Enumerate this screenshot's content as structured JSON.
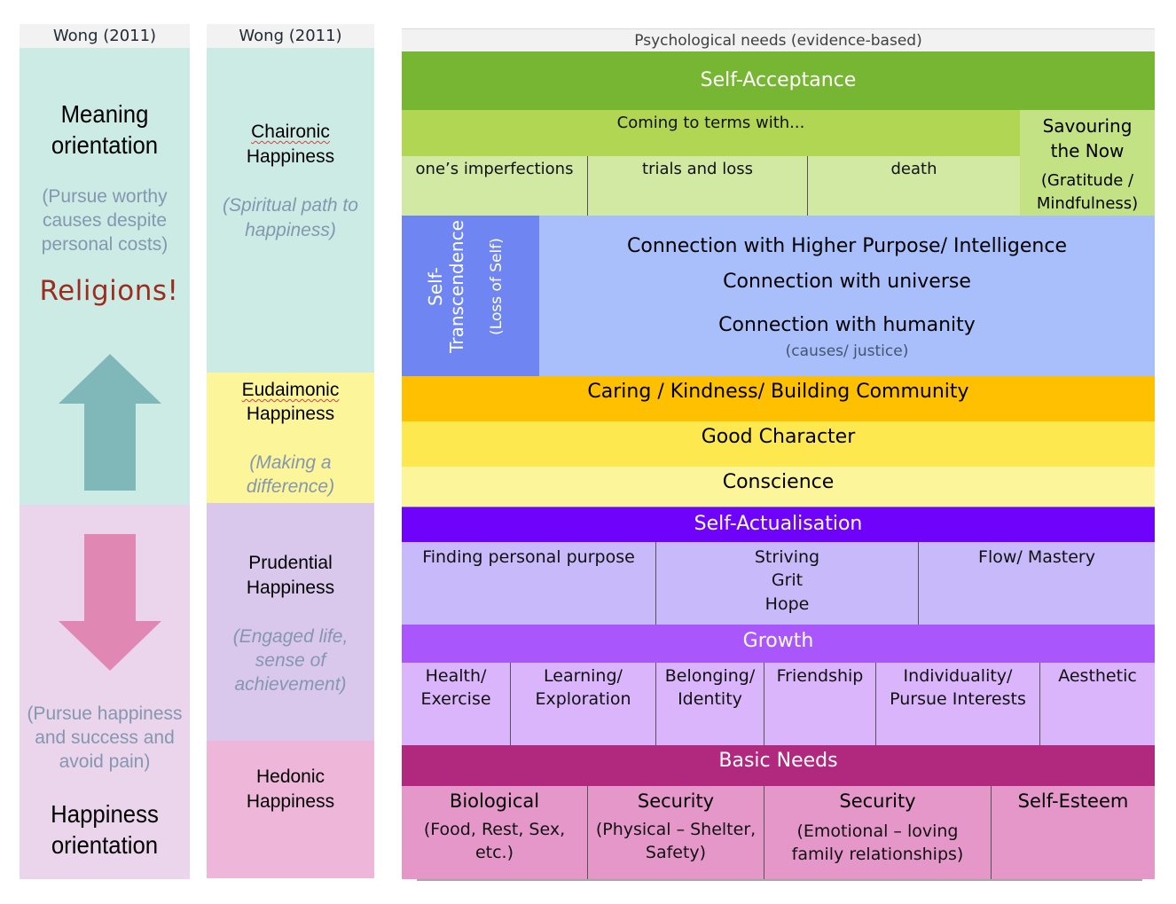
{
  "column1": {
    "header": "Wong (2011)",
    "meaning": {
      "title_line1": "Meaning",
      "title_line2": "orientation",
      "subtitle_line1": "(Pursue worthy",
      "subtitle_line2": "causes despite",
      "subtitle_line3": "personal costs)",
      "callout": "Religions!",
      "arrow_icon": "arrow-up-icon",
      "color": "#cdebe5",
      "arrow_color": "#80b8b9"
    },
    "happiness": {
      "subtitle_line1": "(Pursue happiness",
      "subtitle_line2": "and success and",
      "subtitle_line3": "avoid pain)",
      "title_line1": "Happiness",
      "title_line2": "orientation",
      "arrow_icon": "arrow-down-icon",
      "color": "#ebd5ec",
      "arrow_color": "#e088b3"
    }
  },
  "column2": {
    "header": "Wong (2011)",
    "bands": [
      {
        "title_line1": "Chaironic",
        "title_line2": "Happiness",
        "sub_line1": "(Spiritual path to",
        "sub_line2": "happiness)",
        "sub_line3": "",
        "color": "#cdebe5"
      },
      {
        "title_line1": "Eudaimonic",
        "title_line2": "Happiness",
        "sub_line1": "(Making a",
        "sub_line2": "difference)",
        "sub_line3": "",
        "color": "#fdf59a"
      },
      {
        "title_line1": "Prudential",
        "title_line2": "Happiness",
        "sub_line1": "(Engaged life,",
        "sub_line2": "sense of",
        "sub_line3": "achievement)",
        "color": "#d9c7ec"
      },
      {
        "title_line1": "Hedonic",
        "title_line2": "Happiness",
        "sub_line1": "",
        "sub_line2": "",
        "sub_line3": "",
        "color": "#eeb7da"
      }
    ]
  },
  "pyramid": {
    "header": "Psychological needs (evidence-based)",
    "self_acceptance": {
      "title": "Self-Acceptance",
      "color": "#77b632",
      "coming_to_terms": {
        "label": "Coming to terms with...",
        "color": "#b0d653",
        "items": [
          "one’s imperfections",
          "trials and loss",
          "death"
        ],
        "items_color": "#d2e9a3"
      },
      "savouring": {
        "title_line1": "Savouring",
        "title_line2": "the Now",
        "sub_line1": "(Gratitude /",
        "sub_line2": "Mindfulness)",
        "color": "#c2e283"
      }
    },
    "self_transcendence": {
      "label_line1": "Self-",
      "label_line2": "Transcendence",
      "label_sub": "(Loss of Self)",
      "label_color": "#6f86f2",
      "color": "#a9bffb",
      "lines": [
        "Connection with Higher Purpose/ Intelligence",
        "Connection with universe",
        "Connection with humanity"
      ],
      "note": "(causes/ justice)"
    },
    "caring": {
      "title": "Caring / Kindness/ Building Community",
      "color": "#fec000"
    },
    "good_character": {
      "title": "Good Character",
      "color": "#fde94f"
    },
    "conscience": {
      "title": "Conscience",
      "color": "#fdf59a"
    },
    "self_actualisation": {
      "title": "Self-Actualisation",
      "color": "#6f02fb",
      "items_color": "#c8b9fa",
      "items": [
        {
          "lines": [
            "Finding personal purpose"
          ]
        },
        {
          "lines": [
            "Striving",
            "Grit",
            "Hope"
          ]
        },
        {
          "lines": [
            "Flow/ Mastery"
          ]
        }
      ]
    },
    "growth": {
      "title": "Growth",
      "color": "#a957fc",
      "items_color": "#dab5fc",
      "items": [
        {
          "lines": [
            "Health/",
            "Exercise"
          ]
        },
        {
          "lines": [
            "Learning/",
            "Exploration"
          ]
        },
        {
          "lines": [
            "Belonging/",
            "Identity"
          ]
        },
        {
          "lines": [
            "Friendship"
          ]
        },
        {
          "lines": [
            "Individuality/",
            "Pursue Interests"
          ]
        },
        {
          "lines": [
            "Aesthetic"
          ]
        }
      ]
    },
    "basic_needs": {
      "title": "Basic Needs",
      "color": "#b0297e",
      "items_color": "#e597ca",
      "items": [
        {
          "title": "Biological",
          "sub_line1": "(Food, Rest, Sex,",
          "sub_line2": "etc.)"
        },
        {
          "title": "Security",
          "sub_line1": "(Physical – Shelter,",
          "sub_line2": "Safety)"
        },
        {
          "title": "Security",
          "sub_line1": "(Emotional – loving",
          "sub_line2": "family relationships)"
        },
        {
          "title": "Self-Esteem",
          "sub_line1": "",
          "sub_line2": ""
        }
      ]
    }
  }
}
